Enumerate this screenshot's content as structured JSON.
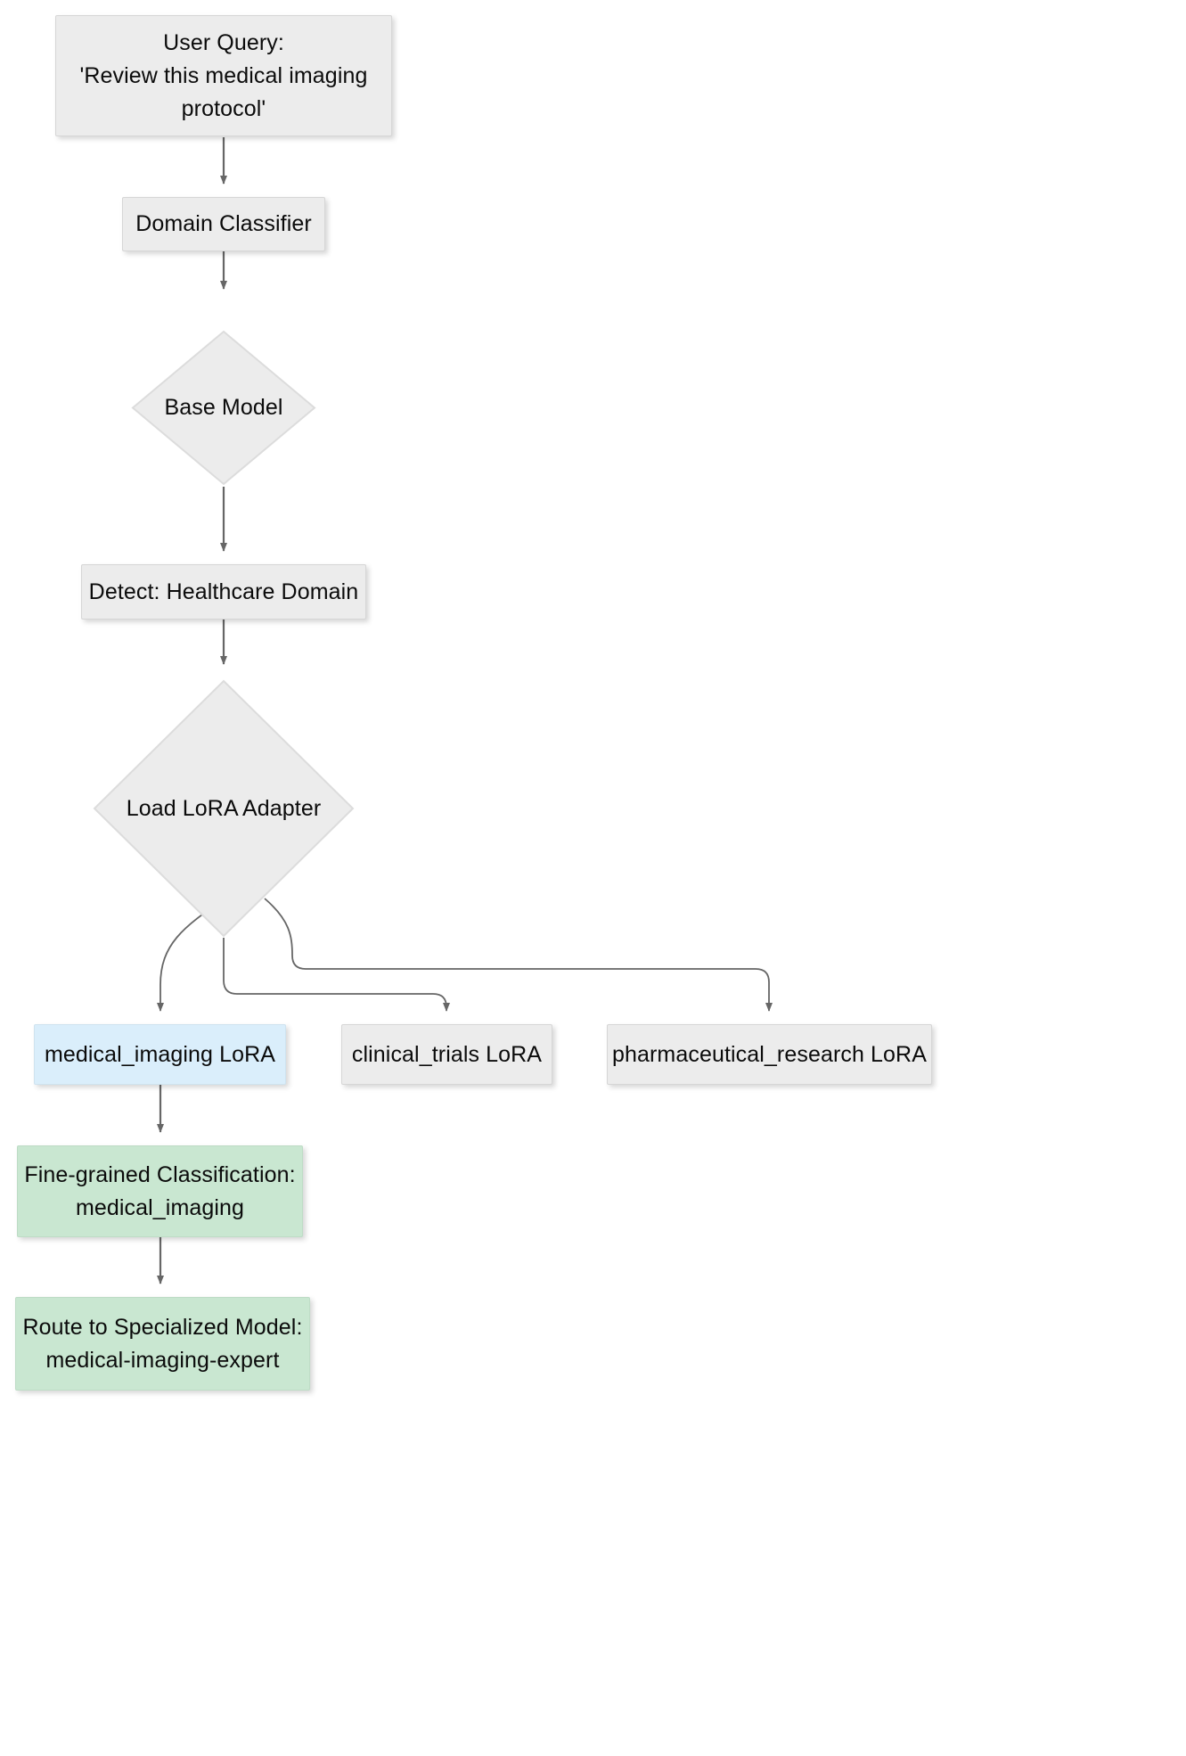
{
  "diagram": {
    "type": "flowchart",
    "orientation": "top-to-bottom",
    "title": "Domain-aware LoRA adapter routing flow",
    "background_color": "#ffffff",
    "palette": {
      "node_default_fill": "#ececec",
      "node_default_border": "#d6d6d6",
      "node_highlight_fill": "#daeefb",
      "node_highlight_border": "#cfe3ef",
      "node_result_fill": "#c9e7d1",
      "node_result_border": "#bedcc6",
      "edge_color": "#666666",
      "arrowhead_color": "#666666",
      "text_color": "#0b0b0b"
    },
    "nodes": [
      {
        "id": "user-query",
        "label": "User Query:\n'Review this medical imaging\nprotocol'",
        "shape": "rectangle",
        "style": "default"
      },
      {
        "id": "domain-classifier",
        "label": "Domain Classifier",
        "shape": "rectangle",
        "style": "default"
      },
      {
        "id": "base-model",
        "label": "Base Model",
        "shape": "diamond",
        "style": "default"
      },
      {
        "id": "detect-healthcare-domain",
        "label": "Detect: Healthcare Domain",
        "shape": "rectangle",
        "style": "default"
      },
      {
        "id": "load-lora-adapter",
        "label": "Load LoRA Adapter",
        "shape": "diamond",
        "style": "default"
      },
      {
        "id": "medical-imaging-lora",
        "label": "medical_imaging LoRA",
        "shape": "rectangle",
        "style": "highlight"
      },
      {
        "id": "clinical-trials-lora",
        "label": "clinical_trials LoRA",
        "shape": "rectangle",
        "style": "default"
      },
      {
        "id": "pharmaceutical-research-lora",
        "label": "pharmaceutical_research LoRA",
        "shape": "rectangle",
        "style": "default"
      },
      {
        "id": "fine-grained-classification",
        "label": "Fine-grained Classification:\nmedical_imaging",
        "shape": "rectangle",
        "style": "result"
      },
      {
        "id": "route-to-specialized-model",
        "label": "Route to Specialized Model:\nmedical-imaging-expert",
        "shape": "rectangle",
        "style": "result"
      }
    ],
    "edges": [
      {
        "from": "user-query",
        "to": "domain-classifier",
        "label": ""
      },
      {
        "from": "domain-classifier",
        "to": "base-model",
        "label": ""
      },
      {
        "from": "base-model",
        "to": "detect-healthcare-domain",
        "label": ""
      },
      {
        "from": "detect-healthcare-domain",
        "to": "load-lora-adapter",
        "label": ""
      },
      {
        "from": "load-lora-adapter",
        "to": "medical-imaging-lora",
        "label": ""
      },
      {
        "from": "load-lora-adapter",
        "to": "clinical-trials-lora",
        "label": ""
      },
      {
        "from": "load-lora-adapter",
        "to": "pharmaceutical-research-lora",
        "label": ""
      },
      {
        "from": "medical-imaging-lora",
        "to": "fine-grained-classification",
        "label": ""
      },
      {
        "from": "fine-grained-classification",
        "to": "route-to-specialized-model",
        "label": ""
      }
    ]
  }
}
